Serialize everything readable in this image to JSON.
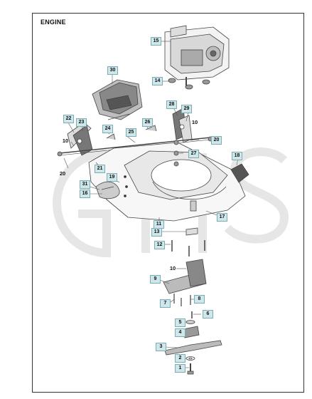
{
  "section_title": "ENGINE",
  "colors": {
    "frame": "#333333",
    "line": "#555555",
    "label_box": "#cfe7ea",
    "watermark": "#e3e3e3"
  },
  "watermark": "GHS",
  "parts": [
    {
      "id": "p15",
      "text": "15",
      "boxed": true
    },
    {
      "id": "p30",
      "text": "30",
      "boxed": true
    },
    {
      "id": "p14",
      "text": "14",
      "boxed": true
    },
    {
      "id": "p28",
      "text": "28",
      "boxed": true
    },
    {
      "id": "p29",
      "text": "29",
      "boxed": true
    },
    {
      "id": "p10a",
      "text": "10",
      "boxed": false
    },
    {
      "id": "p22",
      "text": "22",
      "boxed": true
    },
    {
      "id": "p23",
      "text": "23",
      "boxed": true
    },
    {
      "id": "p24",
      "text": "24",
      "boxed": true
    },
    {
      "id": "p26",
      "text": "26",
      "boxed": true
    },
    {
      "id": "p25",
      "text": "25",
      "boxed": true
    },
    {
      "id": "p20a",
      "text": "20",
      "boxed": true
    },
    {
      "id": "p10b",
      "text": "10",
      "boxed": false
    },
    {
      "id": "p27",
      "text": "27",
      "boxed": true
    },
    {
      "id": "p20b",
      "text": "20",
      "boxed": false
    },
    {
      "id": "p21",
      "text": "21",
      "boxed": true
    },
    {
      "id": "p18",
      "text": "18",
      "boxed": true
    },
    {
      "id": "p19",
      "text": "19",
      "boxed": true
    },
    {
      "id": "p31",
      "text": "31",
      "boxed": true
    },
    {
      "id": "p16",
      "text": "16",
      "boxed": true
    },
    {
      "id": "p17",
      "text": "17",
      "boxed": true
    },
    {
      "id": "p11",
      "text": "11",
      "boxed": true
    },
    {
      "id": "p13",
      "text": "13",
      "boxed": true
    },
    {
      "id": "p12",
      "text": "12",
      "boxed": true
    },
    {
      "id": "p10c",
      "text": "10",
      "boxed": false
    },
    {
      "id": "p9",
      "text": "9",
      "boxed": true
    },
    {
      "id": "p8",
      "text": "8",
      "boxed": true
    },
    {
      "id": "p7",
      "text": "7",
      "boxed": true
    },
    {
      "id": "p6",
      "text": "6",
      "boxed": true
    },
    {
      "id": "p5",
      "text": "5",
      "boxed": true
    },
    {
      "id": "p4",
      "text": "4",
      "boxed": true
    },
    {
      "id": "p3",
      "text": "3",
      "boxed": true
    },
    {
      "id": "p2",
      "text": "2",
      "boxed": true
    },
    {
      "id": "p1",
      "text": "1",
      "boxed": true
    }
  ]
}
